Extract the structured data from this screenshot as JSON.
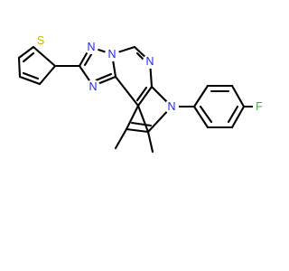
{
  "molecule": {
    "atoms": [
      {
        "id": "S1",
        "symbol": "S",
        "color": "#c7b300"
      },
      {
        "id": "N1",
        "symbol": "N",
        "color": "#1c24f0"
      },
      {
        "id": "N2",
        "symbol": "N",
        "color": "#1c24f0"
      },
      {
        "id": "N3",
        "symbol": "N",
        "color": "#1c24f0"
      },
      {
        "id": "N4",
        "symbol": "N",
        "color": "#1c24f0"
      },
      {
        "id": "N5",
        "symbol": "N",
        "color": "#1c24f0"
      },
      {
        "id": "F1",
        "symbol": "F",
        "color": "#2fbf2f"
      }
    ],
    "bond_color": "#000000"
  }
}
